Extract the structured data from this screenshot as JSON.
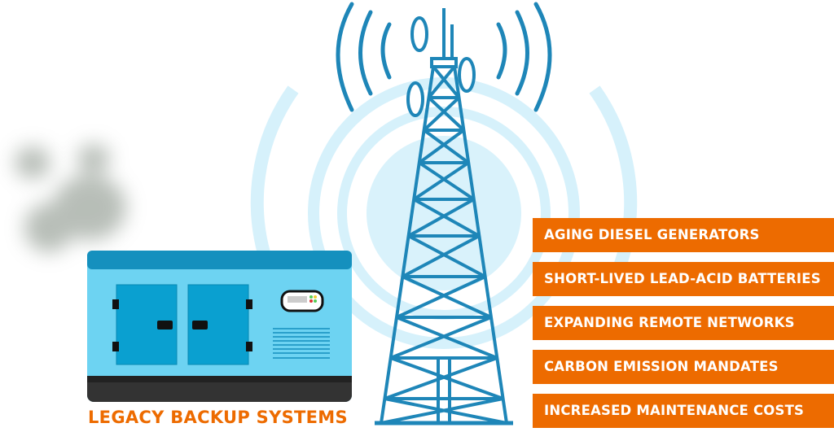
{
  "caption": "LEGACY BACKUP SYSTEMS",
  "challenges": [
    {
      "label": "AGING DIESEL GENERATORS"
    },
    {
      "label": "SHORT-LIVED LEAD-ACID BATTERIES"
    },
    {
      "label": "EXPANDING REMOTE NETWORKS"
    },
    {
      "label": "CARBON EMISSION MANDATES"
    },
    {
      "label": "INCREASED MAINTENANCE COSTS"
    }
  ],
  "colors": {
    "accent": "#ED6B00",
    "tower": "#1E86B8",
    "ring": "#D6F1FB",
    "generator": "#6DD3F2",
    "door": "#0AA0D0"
  }
}
